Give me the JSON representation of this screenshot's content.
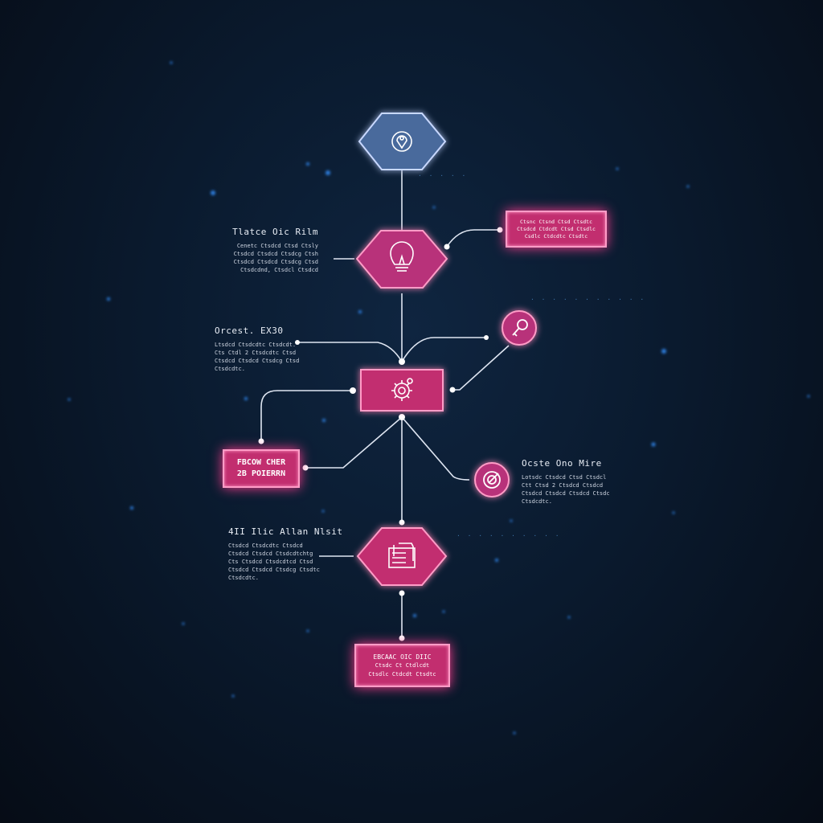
{
  "diagram": {
    "nodes": {
      "top_diamond_icon": "map-pin-icon",
      "idea_diamond_icon": "lightbulb-icon",
      "process_box_icon": "gear-icon",
      "key_circle_icon": "key-icon",
      "target_circle_icon": "target-icon",
      "data_diamond_icon": "documents-icon"
    },
    "boxes": {
      "right_top": [
        "Ctsnc Ctsnd Ctsd Ctsdtc",
        "Ctsdcd Ctdcdt Ctsd Ctsdlc",
        "Csdlc Ctdcdtc Ctsdtc"
      ],
      "left_mid": [
        "FBCOW CHER",
        "2B POIERRN"
      ],
      "bottom": [
        "EBCAAC OIC DIIC",
        "Ctsdc Ct Ctdlcdt",
        "Ctsdlc Ctdcdt Ctsdtc"
      ]
    },
    "labels": {
      "a": {
        "title": "Tlatce Oic Rilm",
        "lines": [
          "Cenetc Ctsdcd Ctsd Ctsly",
          "Ctsdcd Ctsdcd Ctsdcg Ctsh",
          "Ctsdcd Ctsdcd Ctsdcg Ctsd",
          "Ctsdcdnd, Ctsdcl Ctsdcd"
        ]
      },
      "b": {
        "title": "Orcest. EX30",
        "lines": [
          "Ltsdcd Ctsdcdtc Ctsdcdt.",
          "Cts Ctdl 2 Ctsdcdtc Ctsd",
          "Ctsdcd Ctsdcd Ctsdcg Ctsd",
          "Ctsdcdtc."
        ]
      },
      "c": {
        "title": "Ocste Ono Mire",
        "lines": [
          "Lotsdc Ctsdcd Ctsd Ctsdcl",
          "Ctt Ctsd 2 Ctsdcd Ctsdcd",
          "Ctsdcd Ctsdcd Ctsdcd Ctsdc",
          "Ctsdcdtc."
        ]
      },
      "d": {
        "title": "4II Ilic Allan Nlsit",
        "lines": [
          "Ctsdcd Ctsdcdtc Ctsdcd",
          "Ctsdcd Ctsdcd Ctsdcdtchtg",
          "Cts Ctsdcd Ctsdcdtcd Ctsd",
          "Ctsdcd Ctsdcd Ctsdcg Ctsdtc",
          "Ctsdcdtc."
        ]
      }
    },
    "accent_color": "#c22e6f",
    "glow_color": "#ff3c8e",
    "top_node_color": "#4a6a9c"
  }
}
